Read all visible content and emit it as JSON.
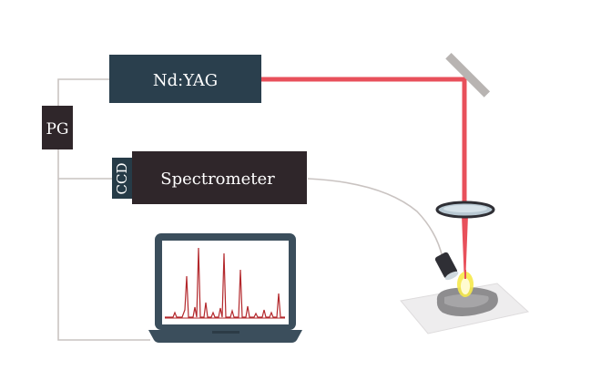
{
  "labels": {
    "laser": "Nd:YAG",
    "pulse_generator": "PG",
    "detector": "CCD",
    "spectrometer": "Spectrometer"
  },
  "colors": {
    "laser_box": "#2a3f4d",
    "spectrometer_box": "#2f262a",
    "ccd_box": "#263b47",
    "pg_box": "#2f262a",
    "beam": "#e8505b",
    "wire": "#c9c3c1",
    "mirror": "#b8b4b2",
    "plasma": "#f6e94a",
    "spectrum_line": "#b3282c",
    "laptop_body": "#3b4e5c"
  }
}
